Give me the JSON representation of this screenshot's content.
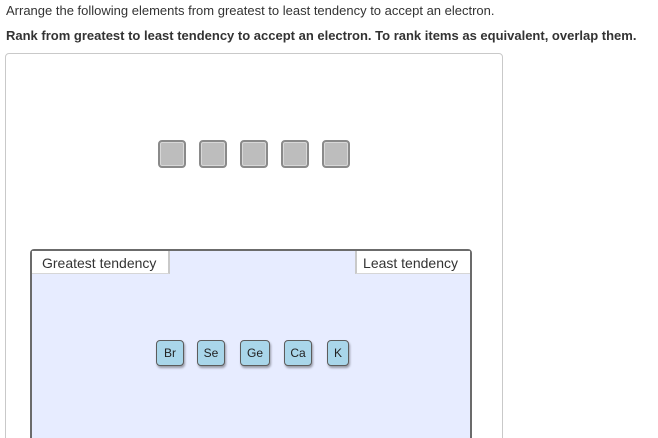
{
  "instruction": "Arrange the following elements from greatest to least tendency to accept an electron.",
  "subinstruction": "Rank from greatest to least tendency to accept an electron. To rank items as equivalent, overlap them.",
  "ranking": {
    "greatest_label": "Greatest tendency",
    "least_label": "Least tendency"
  },
  "slots_count": 5,
  "items": [
    "Br",
    "Se",
    "Ge",
    "Ca",
    "K"
  ],
  "colors": {
    "tile_fill": "#a9d6ea",
    "rank_area_fill": "#e7ecff",
    "slot_fill": "#bdbdbd"
  }
}
